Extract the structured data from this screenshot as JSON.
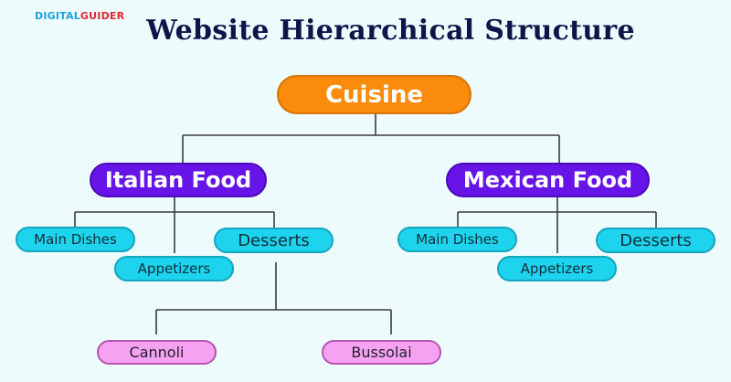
{
  "logo": {
    "part1": "DIGITAL",
    "part2": "GUIDER",
    "colors": {
      "part1": "#1ba3e0",
      "part2": "#e5262d"
    }
  },
  "title": "Website Hierarchical Structure",
  "colors": {
    "title": "#0f1449",
    "root": "#fb8b0a",
    "category": "#6614e8",
    "subcategory": "#1ed3ee",
    "leaf": "#f6a2f3",
    "connector": "#3a3a3a",
    "background": "#eefbfd"
  },
  "tree": {
    "root": "Cuisine",
    "categories": [
      {
        "label": "Italian Food",
        "children": [
          {
            "label": "Main Dishes"
          },
          {
            "label": "Appetizers"
          },
          {
            "label": "Desserts",
            "children": [
              {
                "label": "Cannoli"
              },
              {
                "label": "Bussolai"
              }
            ]
          }
        ]
      },
      {
        "label": "Mexican Food",
        "children": [
          {
            "label": "Main Dishes"
          },
          {
            "label": "Appetizers"
          },
          {
            "label": "Desserts"
          }
        ]
      }
    ]
  }
}
